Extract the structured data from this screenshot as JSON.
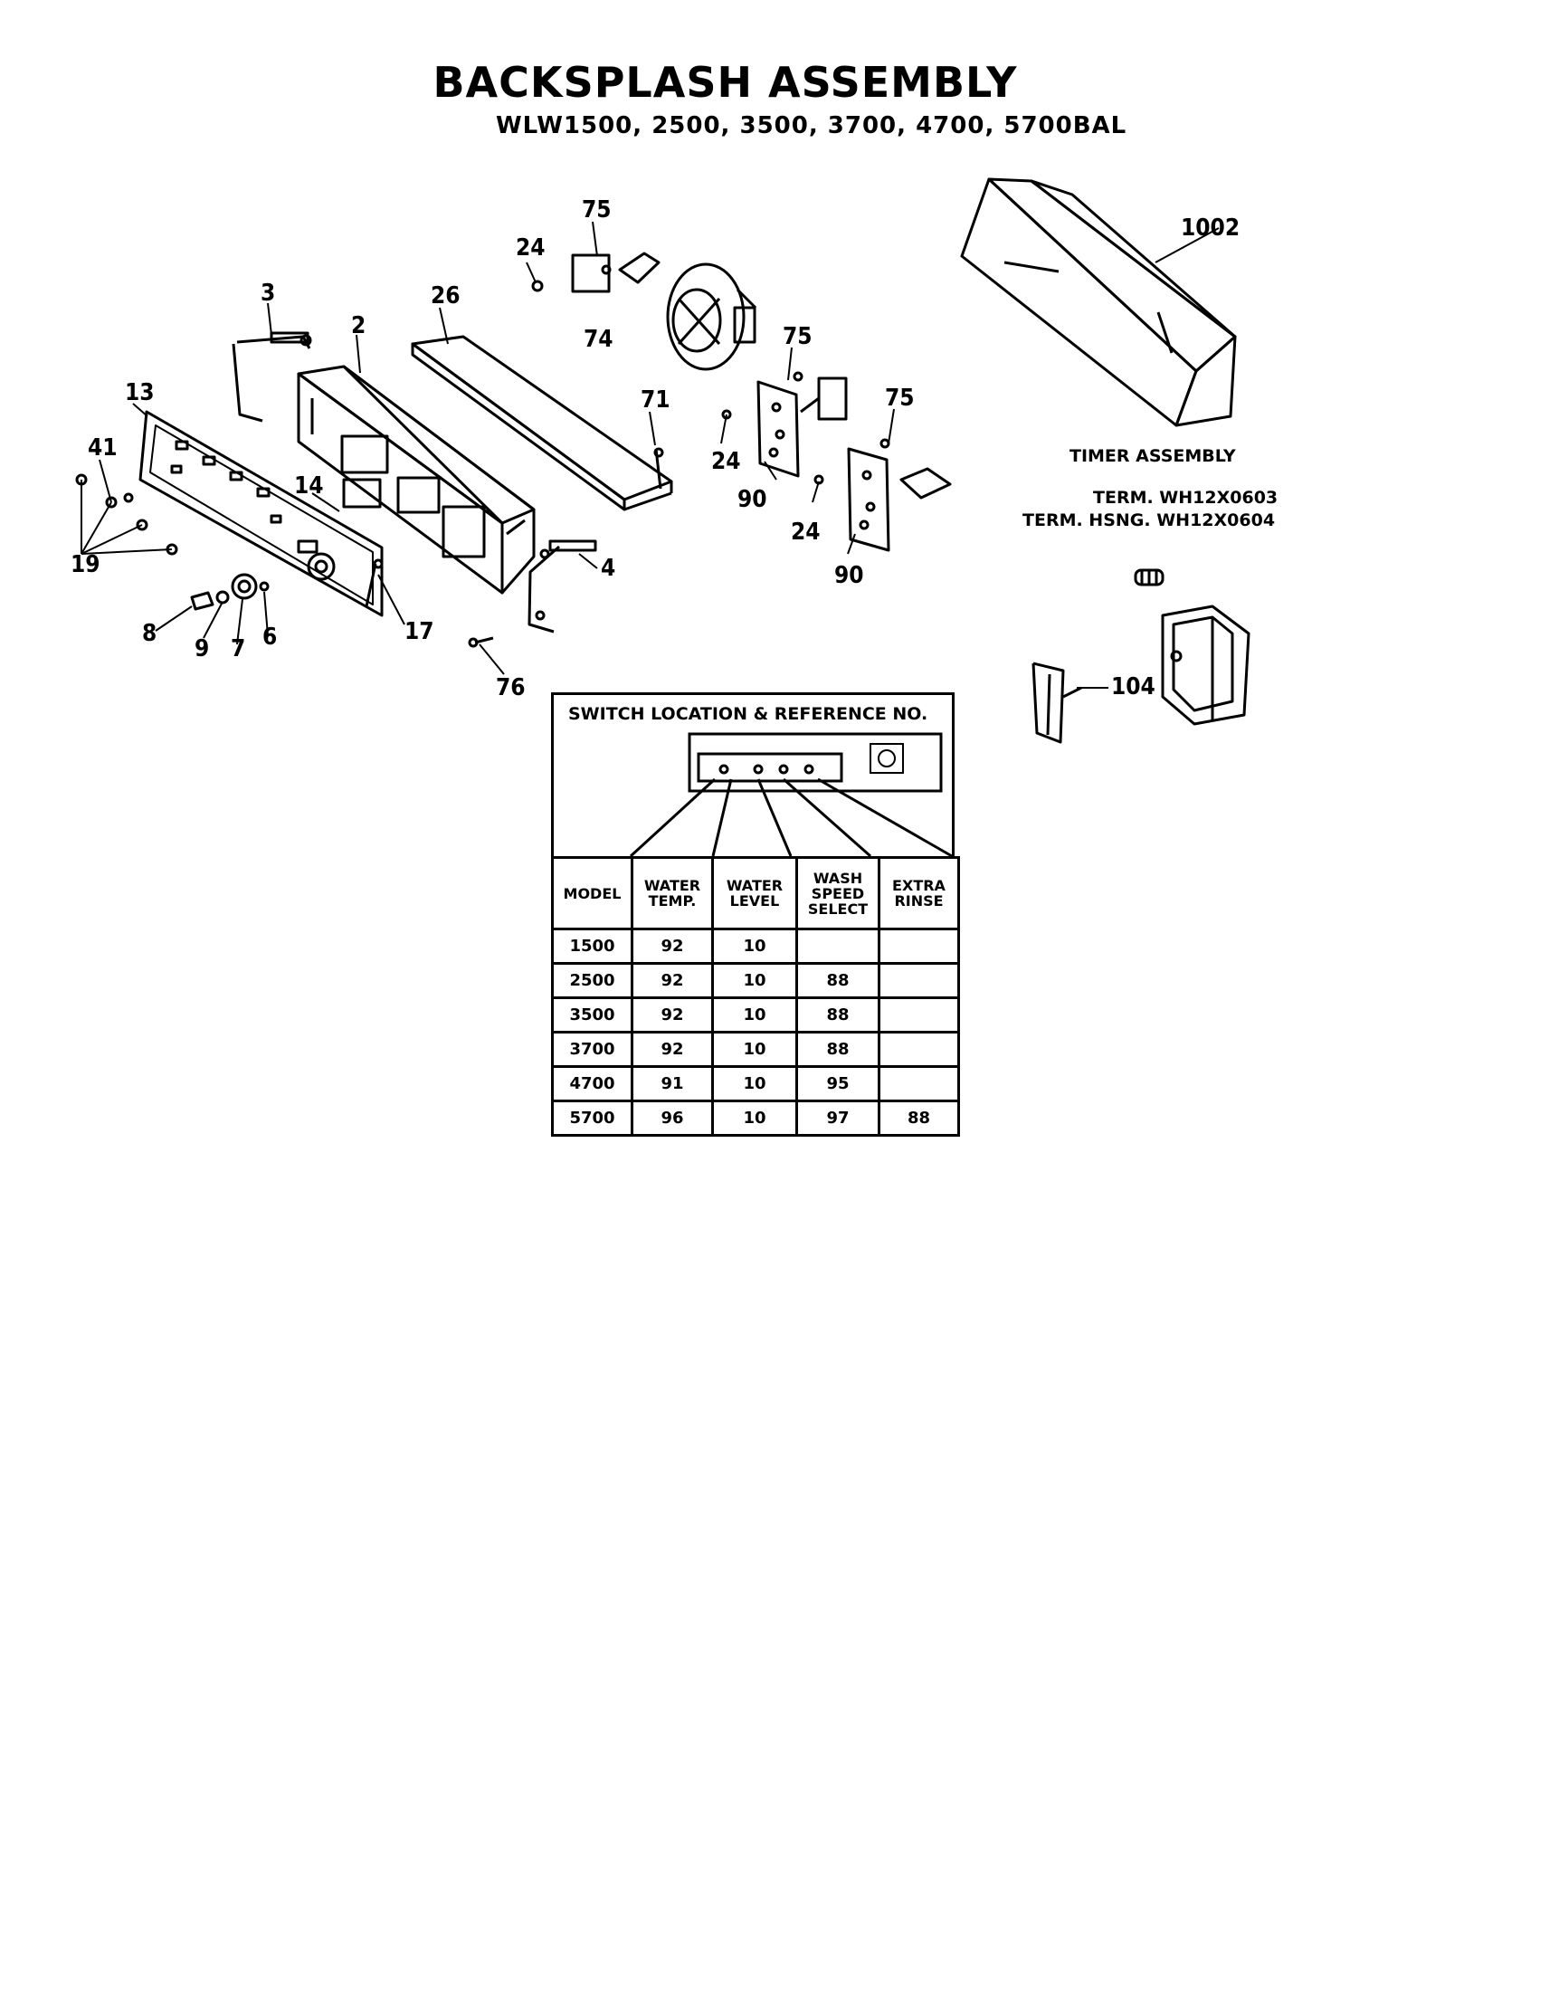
{
  "header": {
    "title": "BACKSPLASH ASSEMBLY",
    "models": "WLW1500, 2500, 3500, 3700, 4700, 5700BAL"
  },
  "callouts": {
    "c75a": "75",
    "c24a": "24",
    "c74": "74",
    "c3": "3",
    "c26": "26",
    "c2": "2",
    "c75b": "75",
    "c71": "71",
    "c13": "13",
    "c75c": "75",
    "c41": "41",
    "c24b": "24",
    "c90a": "90",
    "c14": "14",
    "c24c": "24",
    "c90b": "90",
    "c19": "19",
    "c4": "4",
    "c8": "8",
    "c9": "9",
    "c7": "7",
    "c6": "6",
    "c17": "17",
    "c76": "76",
    "c1002": "1002",
    "c104": "104"
  },
  "timer": {
    "label": "TIMER ASSEMBLY",
    "term": "TERM. WH12X0603",
    "term_hsng": "TERM. HSNG. WH12X0604"
  },
  "switch_table": {
    "title": "SWITCH LOCATION & REFERENCE NO.",
    "headers": [
      "MODEL",
      "WATER TEMP.",
      "WATER LEVEL",
      "WASH SPEED SELECT",
      "EXTRA RINSE"
    ],
    "rows": [
      [
        "1500",
        "92",
        "10",
        "",
        ""
      ],
      [
        "2500",
        "92",
        "10",
        "88",
        ""
      ],
      [
        "3500",
        "92",
        "10",
        "88",
        ""
      ],
      [
        "3700",
        "92",
        "10",
        "88",
        ""
      ],
      [
        "4700",
        "91",
        "10",
        "95",
        ""
      ],
      [
        "5700",
        "96",
        "10",
        "97",
        "88"
      ]
    ]
  }
}
